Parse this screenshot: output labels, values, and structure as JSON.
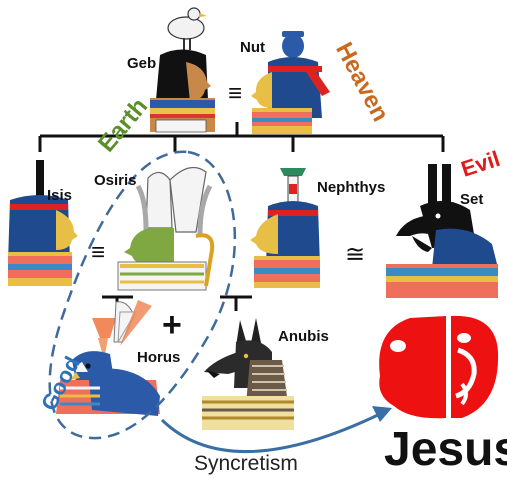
{
  "labels": {
    "geb": "Geb",
    "nut": "Nut",
    "earth": "Earth",
    "heaven": "Heaven",
    "isis": "Isis",
    "osiris": "Osiris",
    "nephthys": "Nephthys",
    "set": "Set",
    "evil": "Evil",
    "good": "Good",
    "horus": "Horus",
    "anubis": "Anubis",
    "jesus": "Jesus",
    "syncretism": "Syncretism"
  },
  "symbols": {
    "equiv_top": "≡",
    "equiv_mid": "≡",
    "approx": "≅",
    "plus": "+"
  },
  "colors": {
    "earth": "#5a8f2a",
    "heaven": "#c9691f",
    "evil": "#e01b1b",
    "good": "#2d72b8",
    "dashed_oval": "#3f6a9a",
    "arrow": "#3a6fa5",
    "jesus_icon": "#ee1111"
  }
}
